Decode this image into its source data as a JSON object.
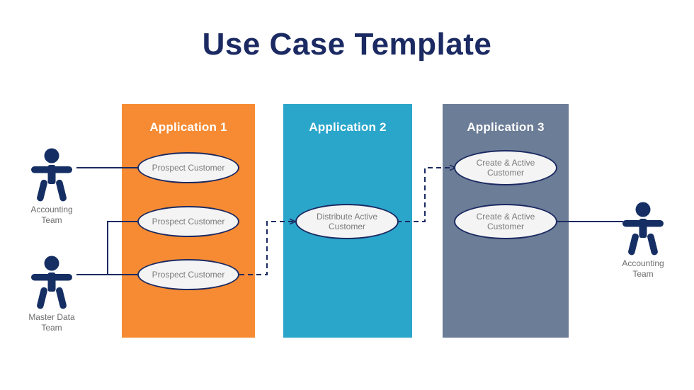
{
  "slide": {
    "title": "Use Case Template",
    "background": "#ffffff",
    "title_color": "#1b2a62"
  },
  "colors": {
    "app1": "#F68B33",
    "app2": "#2BA6CB",
    "app3": "#6C7D97",
    "ellipse_fill": "#f4f4f4",
    "ellipse_stroke": "#1b2a62",
    "ellipse_text": "#7b7b7b",
    "actor": "#152f64",
    "connector": "#1b2a62",
    "label_text": "#6d6d6d"
  },
  "columns": [
    {
      "id": "app1",
      "title": "Application 1",
      "color": "#F68B33",
      "usecases": [
        {
          "label": "Prospect Customer"
        },
        {
          "label": "Prospect Customer"
        },
        {
          "label": "Prospect Customer"
        }
      ]
    },
    {
      "id": "app2",
      "title": "Application 2",
      "color": "#2BA6CB",
      "usecases": [
        {
          "label": "Distribute Active\nCustomer"
        }
      ]
    },
    {
      "id": "app3",
      "title": "Application 3",
      "color": "#6C7D97",
      "usecases": [
        {
          "label": "Create & Active\nCustomer"
        },
        {
          "label": "Create & Active\nCustomer"
        }
      ]
    }
  ],
  "actors": [
    {
      "id": "accounting-team-left",
      "label": "Accounting\nTeam"
    },
    {
      "id": "master-data-team",
      "label": "Master Data\nTeam"
    },
    {
      "id": "accounting-team-right",
      "label": "Accounting\nTeam"
    }
  ],
  "connectors": [
    {
      "id": "accounting-left-to-prospect-1",
      "style": "solid",
      "arrow": false
    },
    {
      "id": "master-data-to-prospect-2",
      "style": "solid",
      "arrow": false
    },
    {
      "id": "master-data-to-prospect-3",
      "style": "solid",
      "arrow": false
    },
    {
      "id": "prospect-3-to-distribute",
      "style": "dashed",
      "arrow": true
    },
    {
      "id": "distribute-to-create-1",
      "style": "dashed",
      "arrow": true
    },
    {
      "id": "create-2-to-accounting-right",
      "style": "solid",
      "arrow": false
    }
  ]
}
